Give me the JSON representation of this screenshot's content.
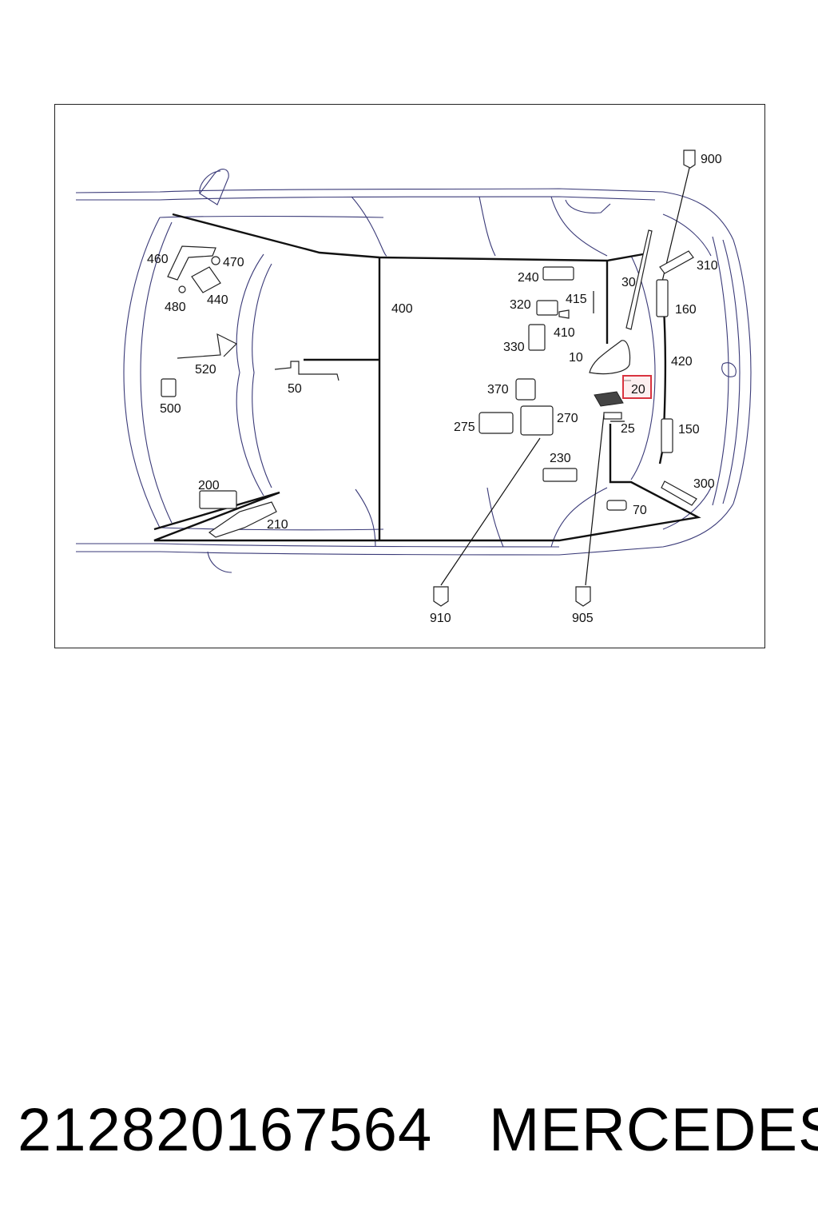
{
  "diagram": {
    "highlight_color": "#d9333f",
    "highlighted_callout": "20",
    "callouts": [
      "900",
      "310",
      "160",
      "30",
      "240",
      "415",
      "320",
      "410",
      "330",
      "10",
      "420",
      "20",
      "370",
      "270",
      "275",
      "25",
      "150",
      "230",
      "300",
      "70",
      "200",
      "210",
      "460",
      "470",
      "440",
      "480",
      "520",
      "500",
      "50",
      "400",
      "910",
      "905"
    ]
  },
  "footer": {
    "part_number": "212820167564",
    "brand": "MERCEDES"
  }
}
